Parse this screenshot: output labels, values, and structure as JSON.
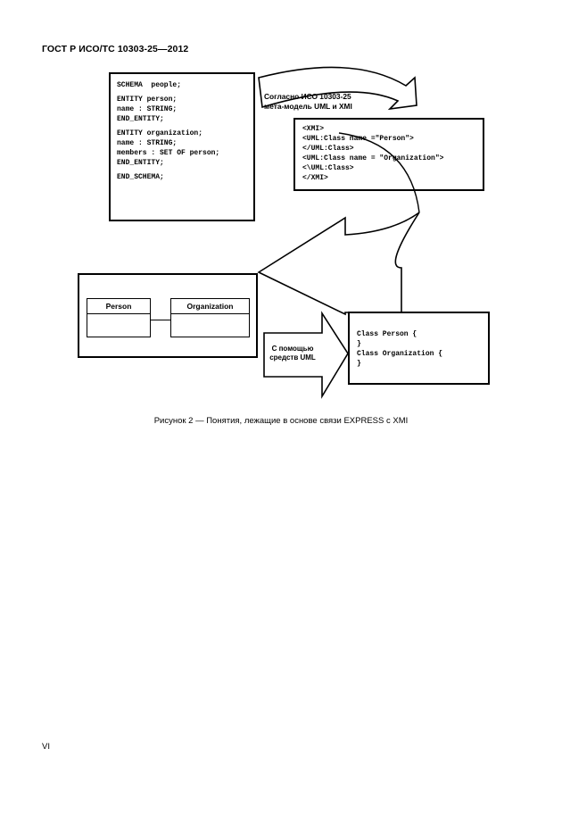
{
  "header": {
    "doc_title": "ГОСТ Р ИСО/ТС 10303-25—2012"
  },
  "express_code": {
    "lines": [
      "SCHEMA  people;",
      "",
      "ENTITY person;",
      "name : STRING;",
      "END_ENTITY;",
      "",
      "ENTITY organization;",
      "name : STRING;",
      "members : SET OF person;",
      "END_ENTITY;",
      "",
      "END_SCHEMA;"
    ]
  },
  "banner": {
    "line1": "Согласно ИСО 10303-25",
    "line2": "мета-модель UML и XMI"
  },
  "xmi_code": {
    "lines": [
      "<XMI>",
      "<UML:Class name =\"Person\">",
      "</UML:Class>",
      "<UML:Class name = \"Organization\">",
      "<\\UML:Class>",
      "</XMI>"
    ]
  },
  "uml": {
    "class1": "Person",
    "class2": "Organization"
  },
  "tool_arrow": {
    "line1": "С помощью",
    "line2": "средств UML"
  },
  "class_code": {
    "lines": [
      "Class Person {",
      "}",
      "Class Organization {",
      "}"
    ]
  },
  "caption": "Рисунок 2 — Понятия, лежащие в основе связи EXPRESS с XMI",
  "page_number": "VI"
}
